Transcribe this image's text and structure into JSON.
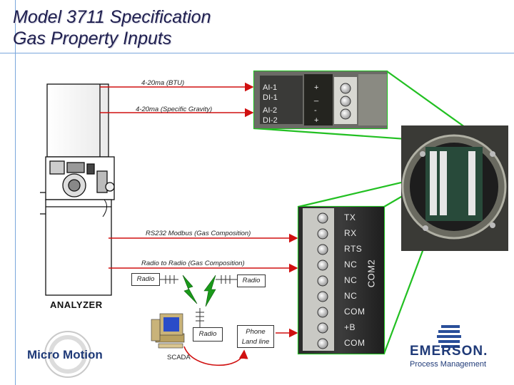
{
  "title": {
    "line1": "Model 3711 Specification",
    "line2": "Gas Property Inputs"
  },
  "connections": {
    "btu": "4-20ma (BTU)",
    "sg": "4-20ma (Specific Gravity)",
    "rs232": "RS232 Modbus (Gas Composition)",
    "radio_link": "Radio to Radio (Gas Composition)"
  },
  "radios": {
    "left": "Radio",
    "right": "Radio",
    "bottom": "Radio"
  },
  "phone": "Phone Land line",
  "scada": "SCADA",
  "analyzer": "ANALYZER",
  "ai_labels": [
    "AI-1",
    "DI-1",
    "AI-2",
    "DI-2"
  ],
  "ai_signs": [
    "+",
    "_",
    "-",
    "+"
  ],
  "terminal": {
    "pins": [
      "TX",
      "RX",
      "RTS",
      "NC",
      "NC",
      "NC",
      "COM",
      "+B",
      "COM"
    ],
    "vertical": "COM2"
  },
  "logos": {
    "left": "Micro Motion",
    "right_main": "EMERSON.",
    "right_sub": "Process Management"
  },
  "colors": {
    "arrow_red": "#d01010",
    "callout_green": "#22c022",
    "title_navy": "#1f1f4f",
    "slide_blue": "#5a8fd0"
  }
}
